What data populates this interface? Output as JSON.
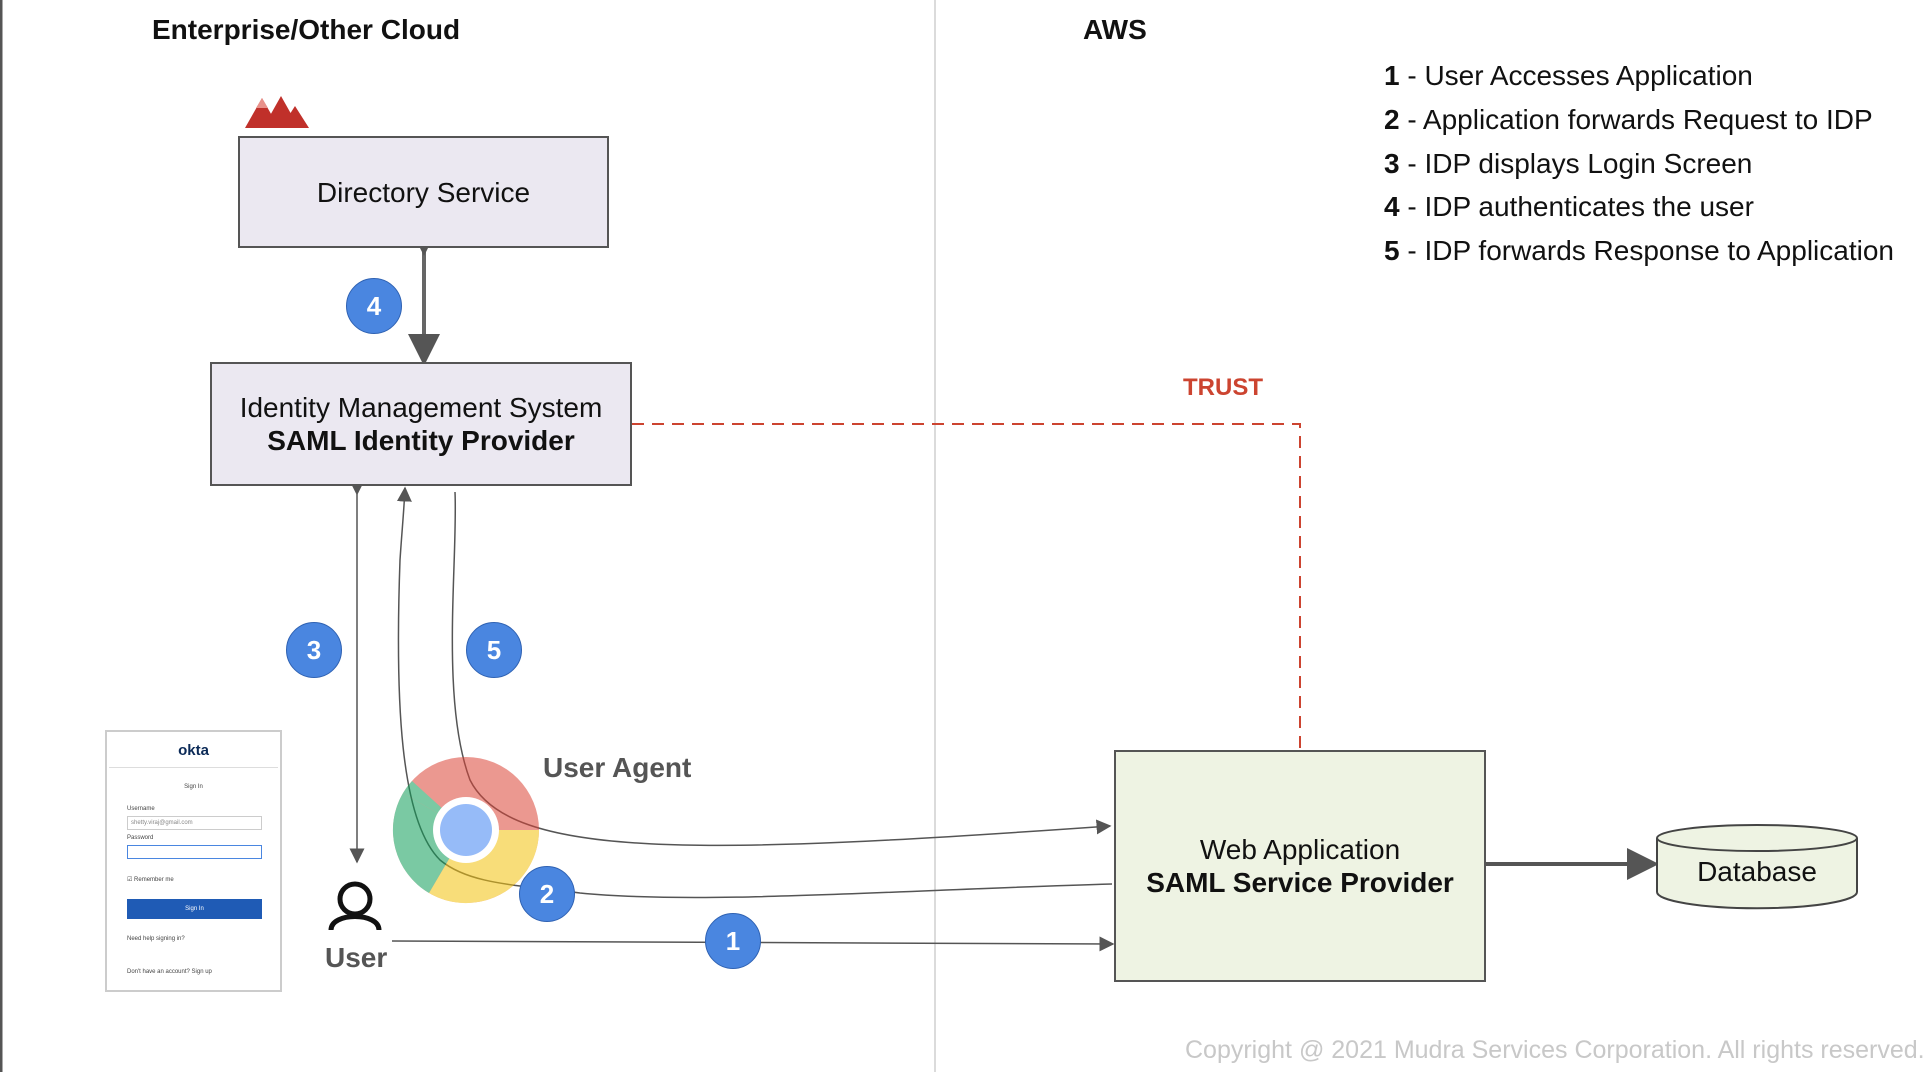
{
  "regions": {
    "left_title": "Enterprise/Other Cloud",
    "right_title": "AWS"
  },
  "boxes": {
    "directory_service": {
      "line1": "Directory Service"
    },
    "idp": {
      "line1": "Identity Management System",
      "line2": "SAML Identity Provider"
    },
    "web_app": {
      "line1": "Web Application",
      "line2": "SAML Service Provider"
    },
    "database": {
      "label": "Database"
    }
  },
  "labels": {
    "trust": "TRUST",
    "user_agent": "User Agent",
    "user": "User"
  },
  "steps": {
    "s1": "1",
    "s2": "2",
    "s3": "3",
    "s4": "4",
    "s5": "5"
  },
  "legend": [
    {
      "num": "1",
      "text": " - User Accesses Application"
    },
    {
      "num": "2",
      "text": " - Application forwards Request to IDP"
    },
    {
      "num": "3",
      "text": " - IDP displays Login Screen"
    },
    {
      "num": "4",
      "text": " - IDP authenticates the user"
    },
    {
      "num": "5",
      "text": " - IDP forwards Response to Application"
    }
  ],
  "okta": {
    "logo": "okta",
    "heading": "Sign In",
    "username_label": "Username",
    "username_value": "shetty.viraj@gmail.com",
    "password_label": "Password",
    "remember": "Remember me",
    "signin_button": "Sign In",
    "help": "Need help signing in?",
    "signup": "Don't have an account?  Sign up"
  },
  "copyright": "Copyright @ 2021 Mudra Services Corporation. All rights reserved.",
  "colors": {
    "step_circle": "#4a86e0",
    "trust_line": "#cc4430",
    "box_lavender": "#ebe8f1",
    "box_green": "#eef3e3"
  }
}
